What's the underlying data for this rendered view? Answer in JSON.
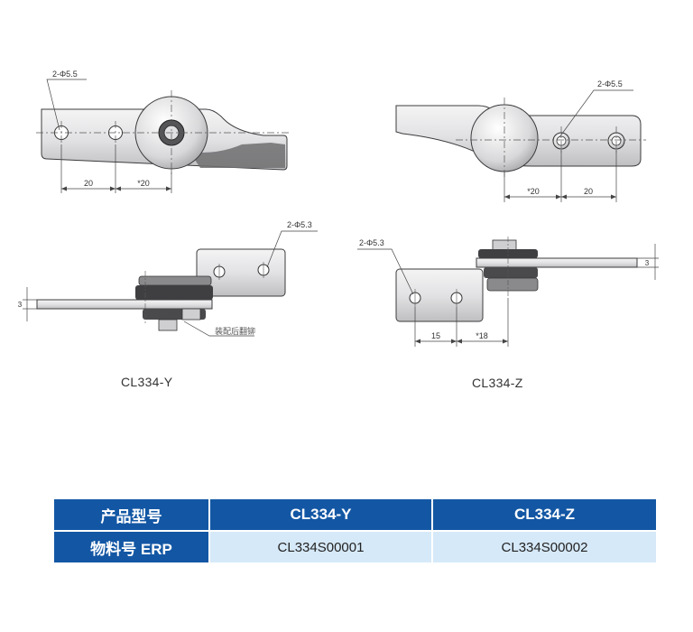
{
  "drawing_y": {
    "hole_callout": "2-Φ5.5",
    "dim_left": "20",
    "dim_right": "*20"
  },
  "drawing_z": {
    "hole_callout": "2-Φ5.5",
    "dim_left": "*20",
    "dim_right": "20"
  },
  "side_y": {
    "hole_callout": "2-Φ5.3",
    "thickness": "3",
    "note": "装配后翻铆"
  },
  "side_z": {
    "hole_callout": "2-Φ5.3",
    "thickness": "3",
    "dim_left": "15",
    "dim_right": "*18"
  },
  "labels": {
    "model_y": "CL334-Y",
    "model_z": "CL334-Z"
  },
  "table": {
    "row1": [
      "产品型号",
      "CL334-Y",
      "CL334-Z"
    ],
    "row2": [
      "物料号 ERP",
      "CL334S00001",
      "CL334S00002"
    ]
  },
  "colors": {
    "table_header": "#1357a4",
    "table_value": "#d6e9f8",
    "metal_light": "#e9e9ea",
    "metal_dark": "#5a5a5c"
  }
}
